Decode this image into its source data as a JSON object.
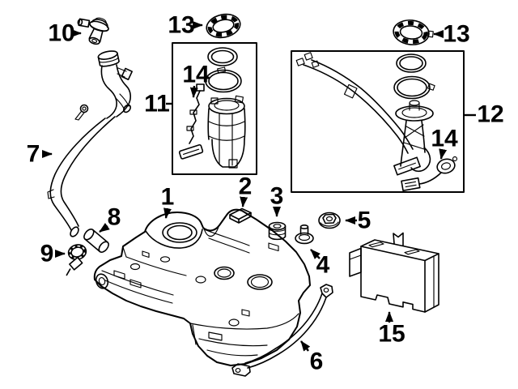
{
  "diagram": {
    "background_color": "#ffffff",
    "line_color": "#000000",
    "callouts": {
      "c1": "1",
      "c2": "2",
      "c3": "3",
      "c4": "4",
      "c5": "5",
      "c6": "6",
      "c7": "7",
      "c8": "8",
      "c9": "9",
      "c10": "10",
      "c11": "11",
      "c12": "12",
      "c13_left": "13",
      "c13_right": "13",
      "c14_left": "14",
      "c14_right": "14",
      "c15": "15"
    }
  }
}
